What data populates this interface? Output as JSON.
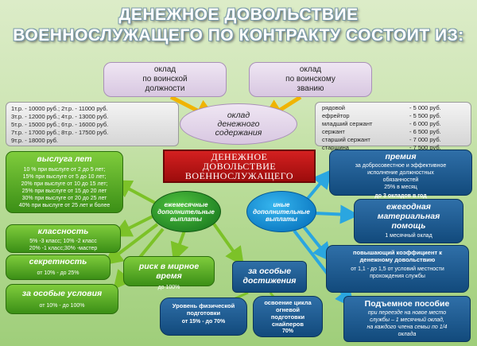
{
  "title": {
    "line1": "ДЕНЕЖНОЕ ДОВОЛЬСТВИЕ",
    "line2": "ВОЕННОСЛУЖАЩЕГО ПО КОНТРАКТУ СОСТОИТ ИЗ:"
  },
  "oklad_position": {
    "line1": "оклад",
    "line2": "по воинской",
    "line3": "должности"
  },
  "oklad_rank": {
    "line1": "оклад",
    "line2": "по воинскому",
    "line3": "званию"
  },
  "oklad_content": {
    "line1": "оклад",
    "line2": "денежного",
    "line3": "содержания"
  },
  "tariff_list": [
    "1т.р. - 10000 руб.; 2т.р. - 11000 руб.",
    "3т.р. - 12000 руб.; 4т.р. - 13000 руб.",
    "5т.р. - 15000 руб.; 6т.р. - 16000 руб.",
    "7т.р. - 17000 руб.; 8т.р. - 17500 руб.",
    "9т.р. - 18000 руб."
  ],
  "ranks": [
    {
      "rank": "рядовой",
      "value": "- 5 000 руб."
    },
    {
      "rank": "ефрейтор",
      "value": "- 5 500 руб."
    },
    {
      "rank": "младший сержант",
      "value": "- 6 000 руб."
    },
    {
      "rank": "сержант",
      "value": "- 6 500 руб."
    },
    {
      "rank": "старший сержант",
      "value": "- 7 000 руб."
    },
    {
      "rank": "старшина",
      "value": "- 7 500 руб."
    }
  ],
  "center": {
    "line1": "ДЕНЕЖНОЕ",
    "line2": "ДОВОЛЬСТВИЕ",
    "line3": "ВОЕННОСЛУЖАЩЕГО"
  },
  "monthly": {
    "line1": "ежемесячные",
    "line2": "дополнительные",
    "line3": "выплаты"
  },
  "other": {
    "line1": "иные",
    "line2": "дополнительные",
    "line3": "выплаты"
  },
  "seniority": {
    "title": "выслуга лет",
    "lines": [
      "10 % при выслуге от 2 до 5 лет;",
      "15% при выслуге от 5 до 10 лет;",
      "20% при выслуге от 10 до 15 лет;",
      "25% при выслуге от 15 до 20 лет",
      "30% при выслуге от 20 до 25 лет",
      "40% при выслуге от 25 лет и более"
    ]
  },
  "qualification": {
    "title": "классность",
    "lines": [
      "5% -3 класс; 10% -2 класс",
      "20% -1 класс;30% -мастер"
    ]
  },
  "secrecy": {
    "title": "секретность",
    "text": "от 10% - до 25%"
  },
  "special_conditions": {
    "title": "за особые условия",
    "text": "от 10% - до 100%"
  },
  "peacetime_risk": {
    "title": "риск в мирное время",
    "text": "до 100%"
  },
  "special_achievements": {
    "line1": "за особые",
    "line2": "достижения"
  },
  "physical": {
    "lines": [
      "Уровень физической",
      "подготовки"
    ],
    "text": "от 15% - до 70%"
  },
  "sniper": {
    "lines": [
      "освоение цикла",
      "огневой",
      "подготовки",
      "снайперов"
    ],
    "text": "70%"
  },
  "bonus": {
    "title": "премия",
    "lines": [
      "за добросовестное и эффективное",
      "исполнение должностных",
      "обязанностей",
      "25% в месяц"
    ],
    "extra": "до 3 окладов в год"
  },
  "annual_aid": {
    "lines": [
      "ежегодная",
      "материальная",
      "помощь"
    ],
    "text": "1 месячный оклад"
  },
  "coefficient": {
    "title_lines": [
      "повышающий коэффициент к",
      "денежному довольствию"
    ],
    "lines": [
      "от 1,1 - до 1,5 от условий местности",
      "прохождения службы"
    ]
  },
  "relocation": {
    "title": "Подъемное пособие",
    "lines": [
      "при переезде на новое место",
      "службы – 1 месячный оклад,",
      "на каждого члена семьи по 1/4",
      "оклада"
    ]
  },
  "colors": {
    "green_box": "#3b8f16",
    "navy_box": "#124a7c",
    "center_red": "#b81414",
    "lavender": "#d8c7e1",
    "arrow_yellow": "#f0b400",
    "arrow_green": "#7cc228",
    "arrow_blue": "#2aa6e0"
  }
}
